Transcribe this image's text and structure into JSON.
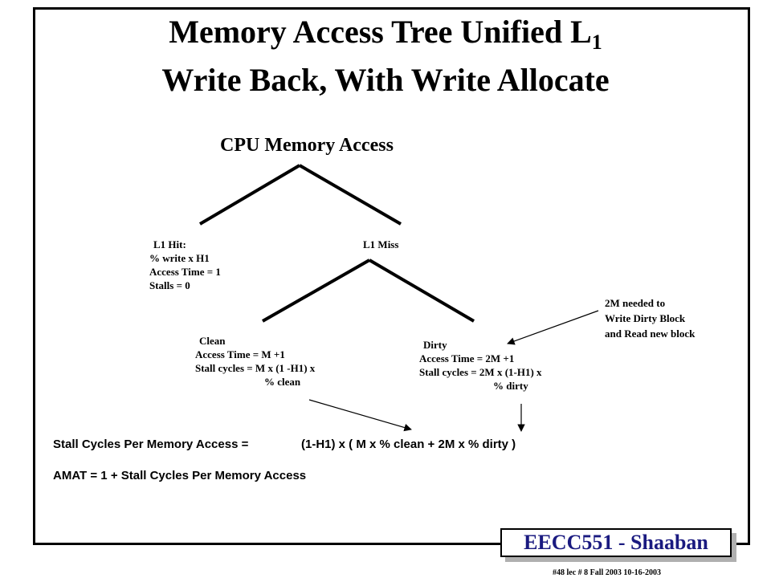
{
  "title": {
    "line1_main": "Memory Access Tree Unified L",
    "line1_sub": "1",
    "line2": "Write Back,  With Write Allocate"
  },
  "tree": {
    "root": "CPU Memory  Access",
    "hit": [
      "L1  Hit:",
      "% write x  H1",
      "Access Time = 1",
      "Stalls = 0"
    ],
    "miss": "L1  Miss",
    "clean": [
      "Clean",
      "Access Time = M +1",
      "Stall cycles =  M x (1 -H1)  x",
      "% clean"
    ],
    "dirty": [
      "Dirty",
      "Access Time =  2M +1",
      "Stall cycles =  2M x (1-H1)  x",
      "% dirty"
    ],
    "note": [
      "2M needed to",
      "Write Dirty Block",
      "and Read new block"
    ]
  },
  "formulas": {
    "stall_label": "Stall Cycles Per Memory Access =",
    "stall_expr": "(1-H1)  x  ( M x  % clean   +  2M  x   % dirty )",
    "amat": "AMAT =   1 + Stall Cycles Per Memory Access"
  },
  "badge": "EECC551 - Shaaban",
  "footer": "#48   lec # 8   Fall 2003  10-16-2003"
}
